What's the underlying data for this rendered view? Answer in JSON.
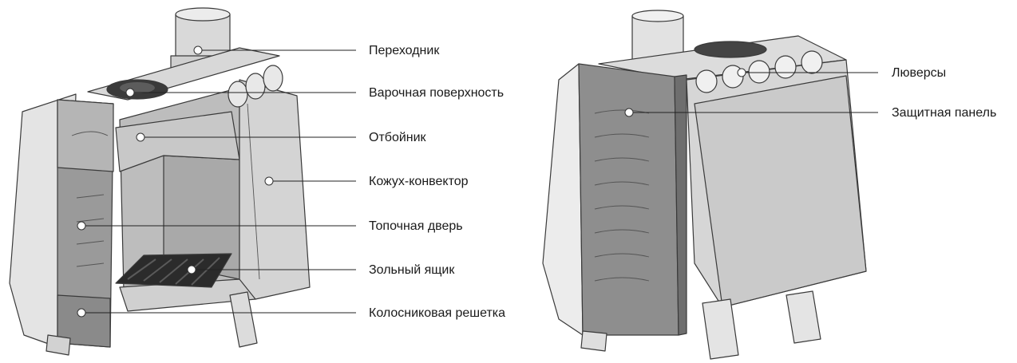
{
  "left_labels": [
    "Переходник",
    "Варочная поверхность",
    "Отбойник",
    "Кожух-конвектор",
    "Топочная дверь",
    "Зольный ящик",
    "Колосниковая решетка"
  ],
  "right_labels": [
    "Люверсы",
    "Защитная панель"
  ],
  "colors": {
    "panel_light": "#e6e6e6",
    "panel_mid": "#cfcfcf",
    "panel_dark": "#8f8f8f",
    "grate": "#2b2b2b",
    "pipe": "#dcdcdc"
  }
}
